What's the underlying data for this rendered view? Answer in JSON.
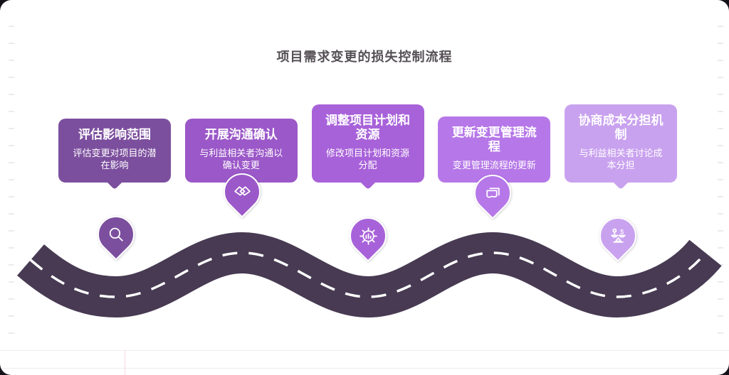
{
  "page": {
    "title": "项目需求变更的损失控制流程"
  },
  "road": {
    "color": "#473a52",
    "line_color": "#ffffff"
  },
  "steps": [
    {
      "title": "评估影响范围",
      "description": "评估变更对项目的潜在影响",
      "color": "#7c4f9e",
      "icon": "search"
    },
    {
      "title": "开展沟通确认",
      "description": "与利益相关者沟通以确认变更",
      "color": "#9b58c8",
      "icon": "handshake"
    },
    {
      "title": "调整项目计划和资源",
      "description": "修改项目计划和资源分配",
      "color": "#a862d9",
      "icon": "gear-document"
    },
    {
      "title": "更新变更管理流程",
      "description": "变更管理流程的更新",
      "color": "#b678e8",
      "icon": "documents"
    },
    {
      "title": "协商成本分担机制",
      "description": "与利益相关者讨论成本分担",
      "color": "#c9a2ef",
      "icon": "balance-scale"
    }
  ]
}
